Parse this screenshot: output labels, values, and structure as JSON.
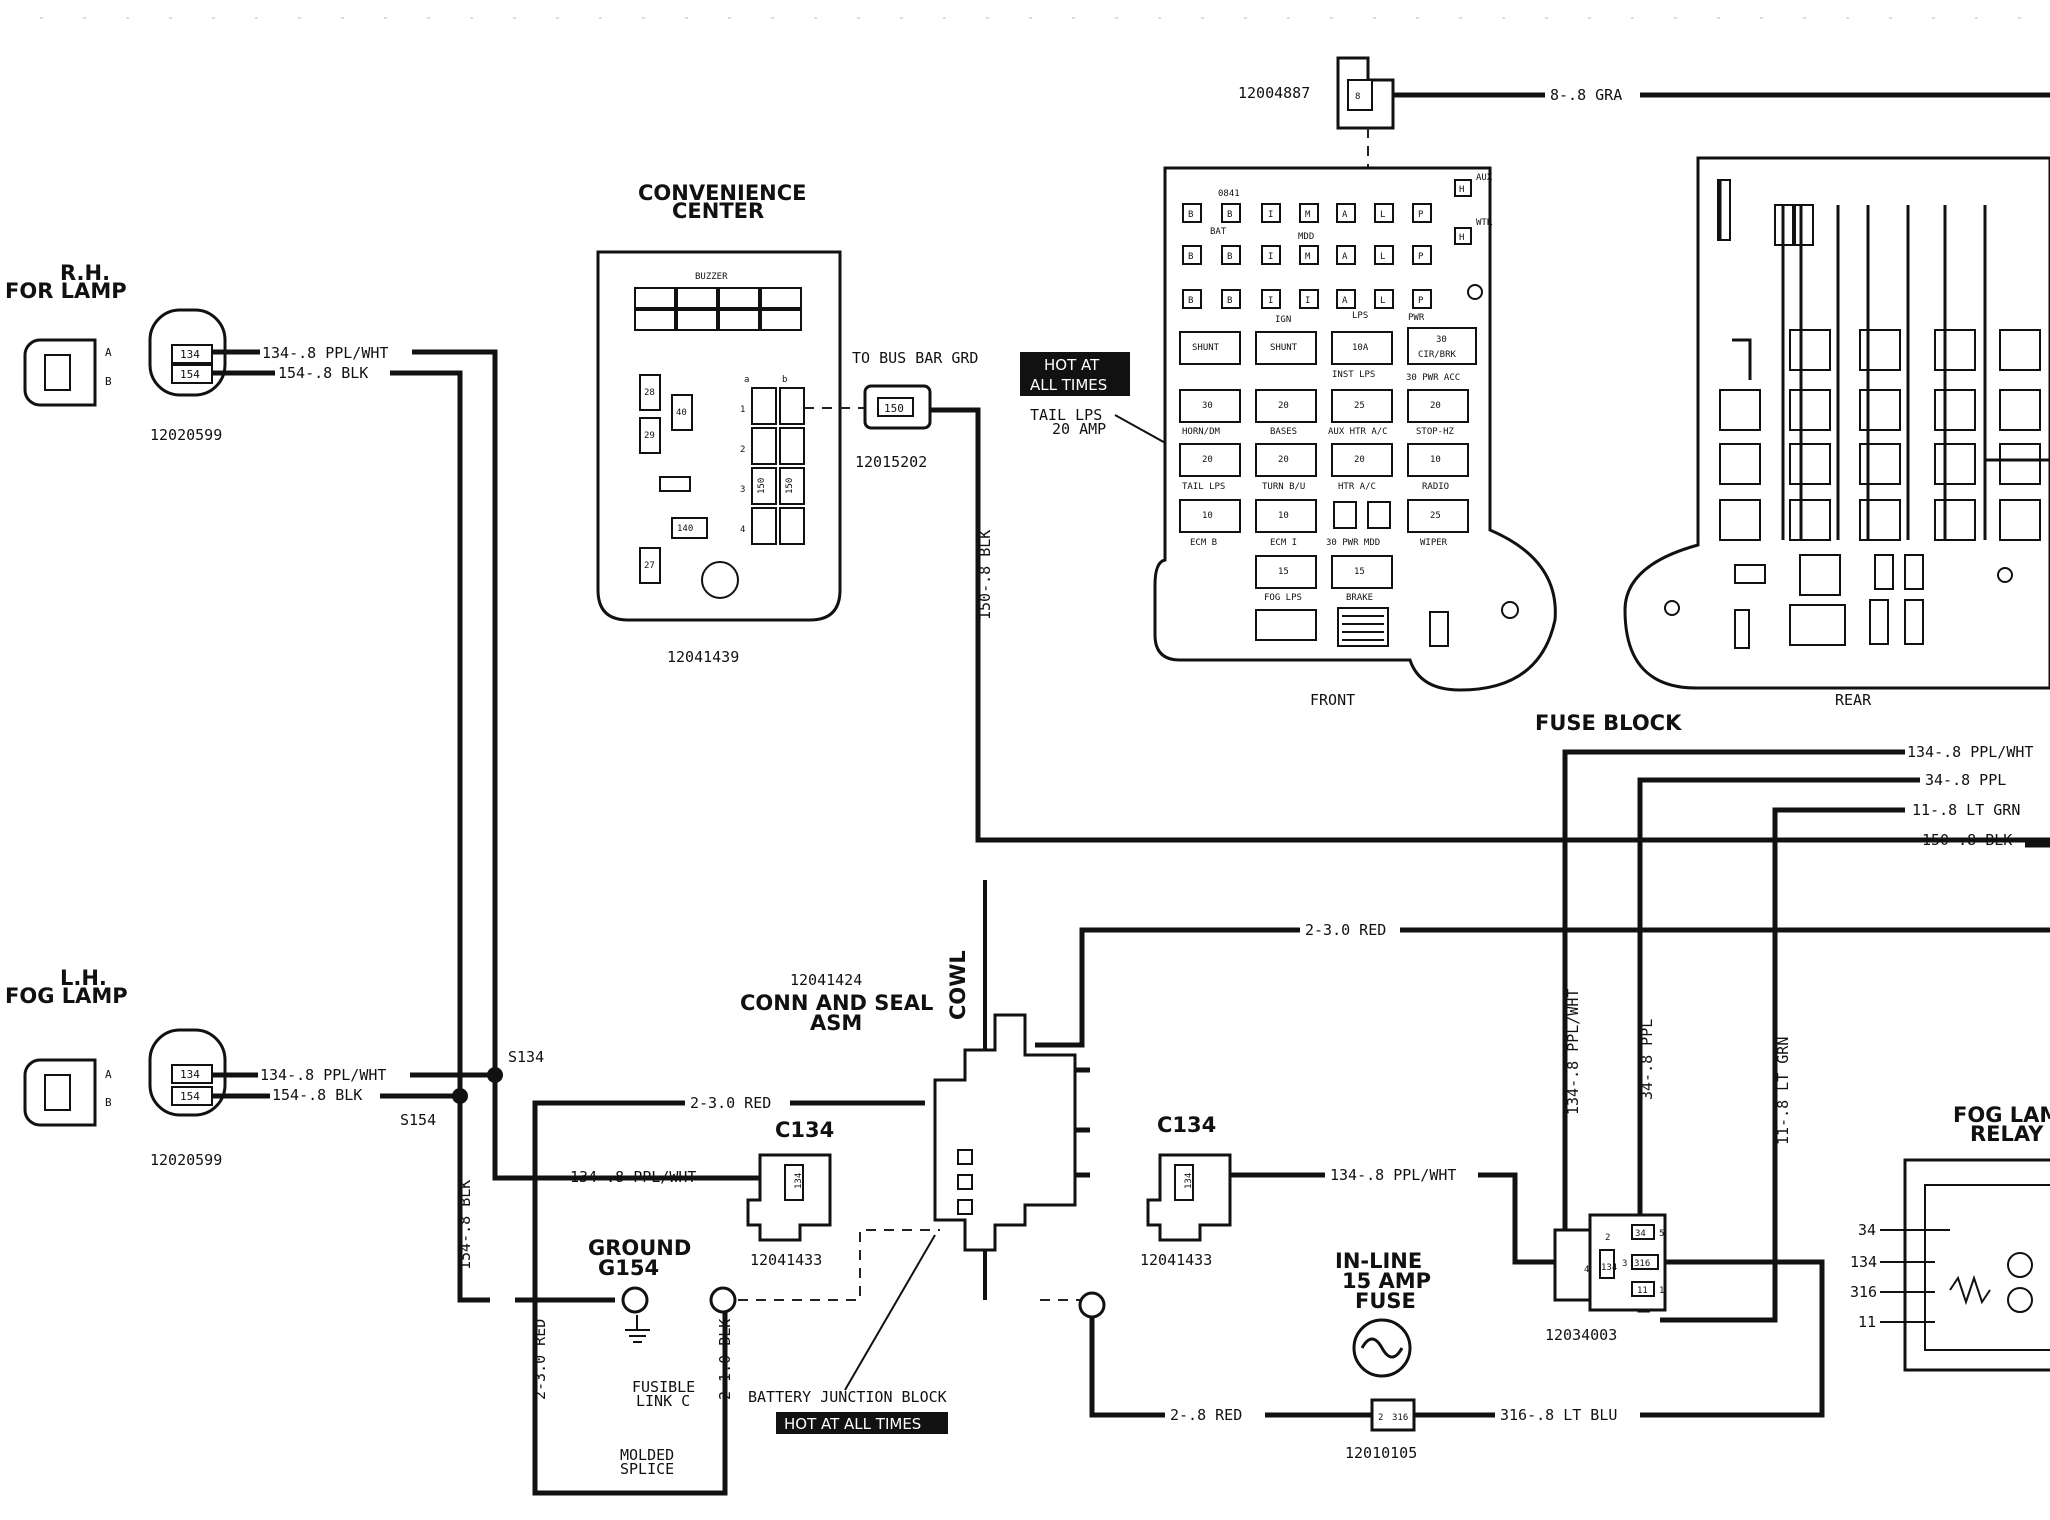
{
  "labels": {
    "rh_fog_lamp": [
      "R.H.",
      "FOR LAMP"
    ],
    "lh_fog_lamp": [
      "L.H.",
      "FOG LAMP"
    ],
    "convenience_center": [
      "CONVENIENCE",
      "CENTER"
    ],
    "buzzer": "BUZZER",
    "to_bus_bar": "TO BUS BAR GRD",
    "hot_at_all_times_1": [
      "HOT AT",
      "ALL TIMES"
    ],
    "tail_lps_20": [
      "TAIL LPS",
      "20 AMP"
    ],
    "front": "FRONT",
    "rear": "REAR",
    "fuse_block": "FUSE BLOCK",
    "conn_seal": [
      "12041424",
      "CONN AND SEAL",
      "ASM"
    ],
    "cowl": "COWL",
    "c134_left": "C134",
    "c134_right": "C134",
    "ground": [
      "GROUND",
      "G154"
    ],
    "fusible_link": [
      "FUSIBLE",
      "LINK C"
    ],
    "molded_splice": [
      "MOLDED",
      "SPLICE"
    ],
    "battery_junction": "BATTERY JUNCTION BLOCK",
    "hot_at_all_times_2": "HOT AT ALL TIMES",
    "inline_fuse": [
      "IN-LINE",
      "15 AMP",
      "FUSE"
    ],
    "fog_lamp_relay": [
      "FOG LAMP",
      "RELAY"
    ],
    "s134": "S134",
    "s154": "S154",
    "pin_a": "A",
    "pin_b": "B"
  },
  "part_numbers": {
    "rh_lamp": "12020599",
    "lh_lamp": "12020599",
    "convenience": "12041439",
    "bus_bar": "12015202",
    "top_connector": "12004887",
    "c134_left": "12041433",
    "c134_right": "12041433",
    "relay_conn": "12034003",
    "inline_fuse": "12010105"
  },
  "wires": {
    "rh_134": "134-.8 PPL/WHT",
    "rh_154": "154-.8 BLK",
    "lh_134": "134-.8 PPL/WHT",
    "lh_154": "154-.8 BLK",
    "top_8": "8-.8 GRA",
    "bus_150": "150-.8 BLK",
    "red_23_top": "2-3.0 RED",
    "red_23_mid": "2-3.0 RED",
    "ppl_wht_mid": "134-.8 PPL/WHT",
    "blk_154_vert": "154-.8 BLK",
    "red_23_vert": "2-3.0 RED",
    "blk_21_vert": "2-1.0 BLK",
    "c134_right_out": "134-.8 PPL/WHT",
    "red_28": "2-.8 RED",
    "lt_blu_316": "316-.8 LT BLU",
    "fb_134": "134-.8 PPL/WHT",
    "fb_34": "34-.8 PPL",
    "fb_11": "11-.8 LT GRN",
    "fb_150": "150-.8 BLK",
    "vert_134": "134-.8 PPL/WHT",
    "vert_34": "34-.8 PPL",
    "vert_11": "11-.8 LT GRN"
  },
  "pins": {
    "lamp_134": "134",
    "lamp_154": "154",
    "bus": "150",
    "top": "8",
    "relay_34": "34",
    "relay_134": "134",
    "relay_316": "316",
    "relay_11": "11",
    "relay_pin_4": "4",
    "relay_pin_3": "3",
    "relay_pin_5": "5",
    "relay_pin_1": "1",
    "relay_pin_2": "2",
    "c134": "134",
    "inline_2": "2",
    "inline_316": "316"
  },
  "convenience_cells": [
    "28",
    "29",
    "40",
    "140",
    "150",
    "150",
    "27",
    "1",
    "2",
    "3",
    "4",
    "a",
    "b"
  ],
  "front_fuses": {
    "row_top": [
      "B",
      "B",
      "I",
      "M",
      "A",
      "L",
      "P"
    ],
    "row2": [
      "B",
      "B",
      "I",
      "M",
      "A",
      "L",
      "P"
    ],
    "row3": [
      "B",
      "B",
      "I",
      "I",
      "A",
      "L",
      "P"
    ],
    "sub_labels": [
      "0841",
      "BAT",
      "MDD",
      "IGN",
      "LPS",
      "PWR",
      "H",
      "H",
      "AUX",
      "WTR"
    ],
    "row4": [
      "SHUNT",
      "SHUNT",
      "10A",
      "30"
    ],
    "row4_sub": [
      "INST LPS",
      "CIR/BRK",
      "30 PWR ACC"
    ],
    "row5": [
      "30",
      "20",
      "25",
      "20"
    ],
    "row5_sub": [
      "HORN/DM",
      "BASES",
      "AUX HTR A/C",
      "STOP-HZ"
    ],
    "row6": [
      "20",
      "20",
      "20",
      "10"
    ],
    "row6_sub": [
      "TAIL LPS",
      "TURN B/U",
      "HTR A/C",
      "RADIO"
    ],
    "row7": [
      "10",
      "10",
      "25"
    ],
    "row7_sub": [
      "ECM B",
      "ECM I",
      "30 PWR MDD",
      "WIPER"
    ],
    "row8": [
      "15",
      "15"
    ],
    "row8_sub": [
      "FOG LPS",
      "BRAKE"
    ]
  }
}
